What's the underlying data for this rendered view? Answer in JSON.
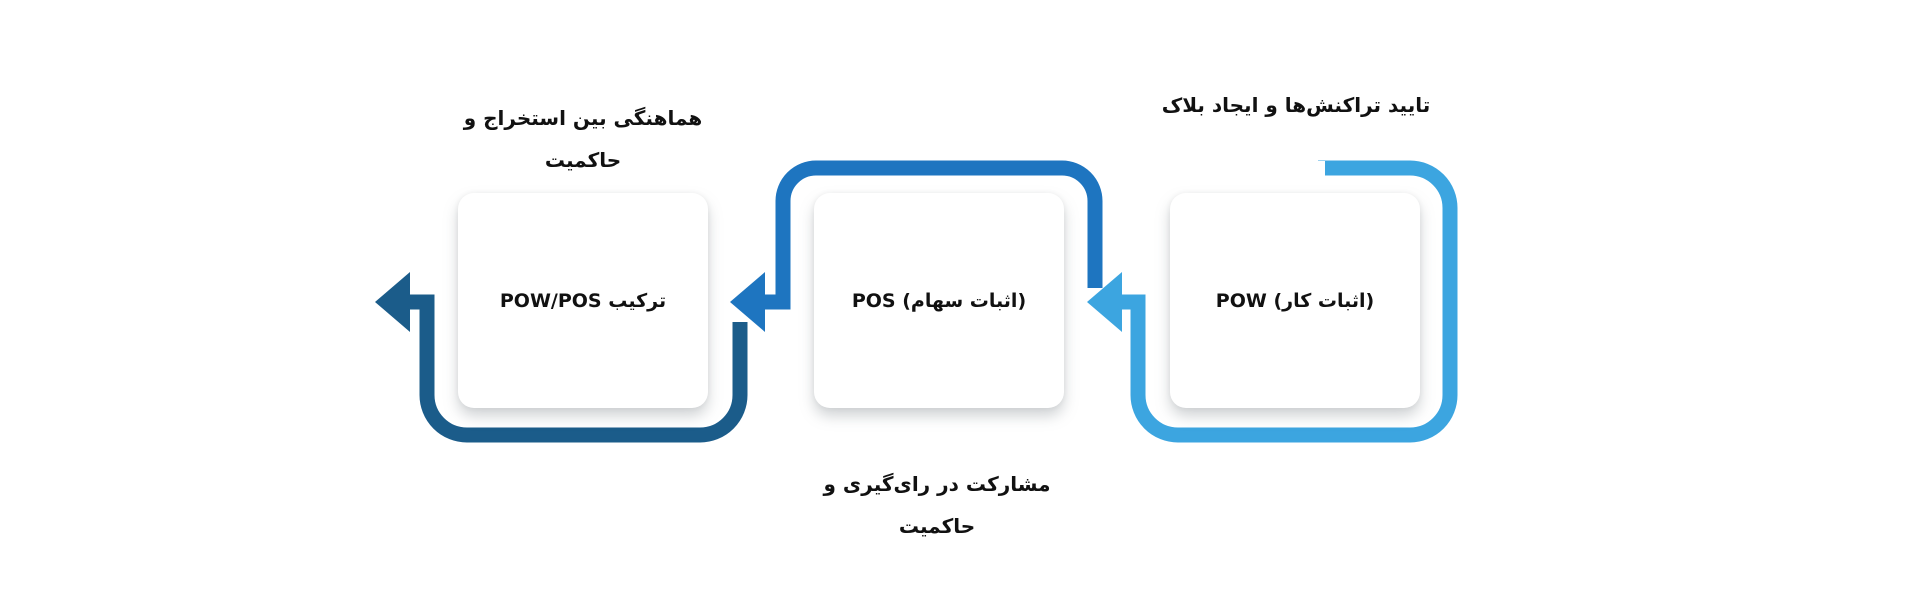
{
  "steps": [
    {
      "title": "POW (اثبات کار)",
      "caption": "تایید تراکنش‌ها و ایجاد بلاک"
    },
    {
      "title": "POS (اثبات سهام)",
      "caption": "مشارکت در رای‌گیری و حاکمیت"
    },
    {
      "title": "ترکیب POW/POS",
      "caption": "هماهنگی بین استخراج و حاکمیت"
    }
  ],
  "colors": {
    "step1": "#3ca5e0",
    "step2": "#1e75c0",
    "step3": "#1b5c8a"
  }
}
